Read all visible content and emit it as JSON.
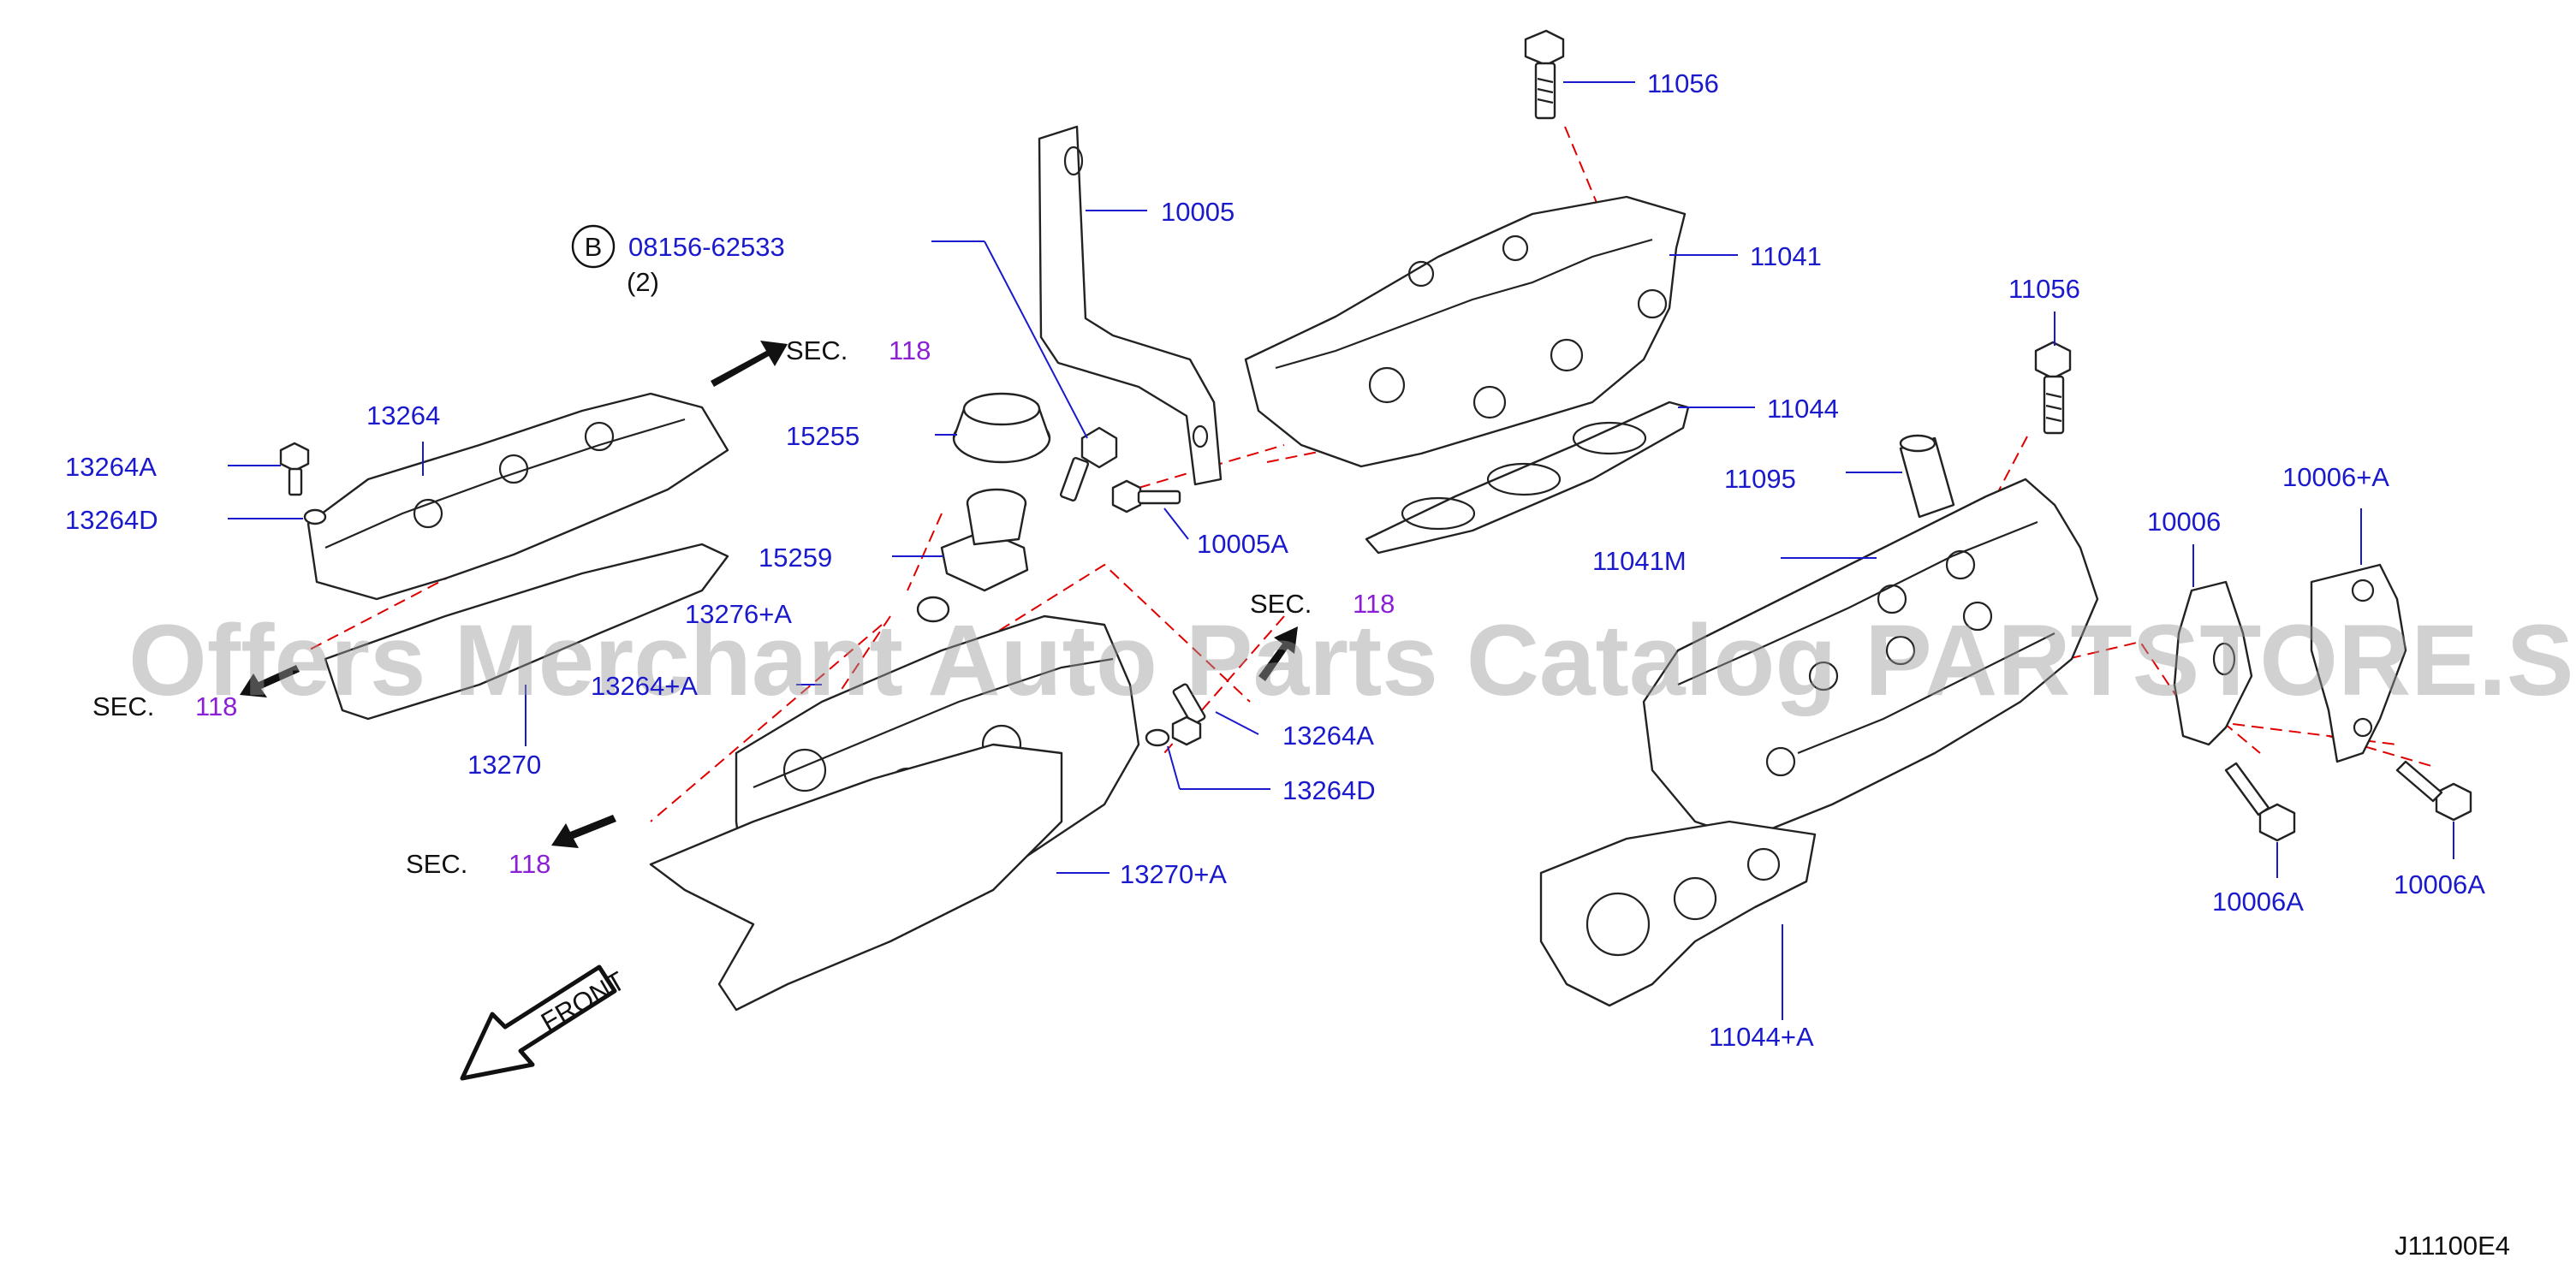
{
  "diagram_code": "J11100E4",
  "watermark": "Offers Merchant Auto Parts Catalog PARTSTORE.SA",
  "front_label": "FRONT",
  "bolt_callout": {
    "marker": "B",
    "part": "08156-62533",
    "qty": "(2)"
  },
  "sec_refs": [
    {
      "text": "SEC.",
      "number": "118"
    },
    {
      "text": "SEC.",
      "number": "118"
    },
    {
      "text": "SEC.",
      "number": "118"
    },
    {
      "text": "SEC.",
      "number": "118"
    }
  ],
  "parts": {
    "p11056_top": "11056",
    "p10005": "10005",
    "p11041": "11041",
    "p11044": "11044",
    "p11056_right": "11056",
    "p11095": "11095",
    "p11041M": "11041M",
    "p10006A_plus": "10006+A",
    "p10006": "10006",
    "p13264": "13264",
    "p13264A_left": "13264A",
    "p13264D_left": "13264D",
    "p15255": "15255",
    "p15259": "15259",
    "p10005A": "10005A",
    "p13276A": "13276+A",
    "p13264A_plus_partial": "13264+A",
    "p13270": "13270",
    "p13264A_right": "13264A",
    "p13264D_right": "13264D",
    "p13270A": "13270+A",
    "p10006A_mid": "10006A",
    "p10006A_right": "10006A",
    "p11044A": "11044+A"
  },
  "colors": {
    "part_number": "#1a1acc",
    "sec_number": "#8a1fd6",
    "guide_line": "#e00000"
  }
}
